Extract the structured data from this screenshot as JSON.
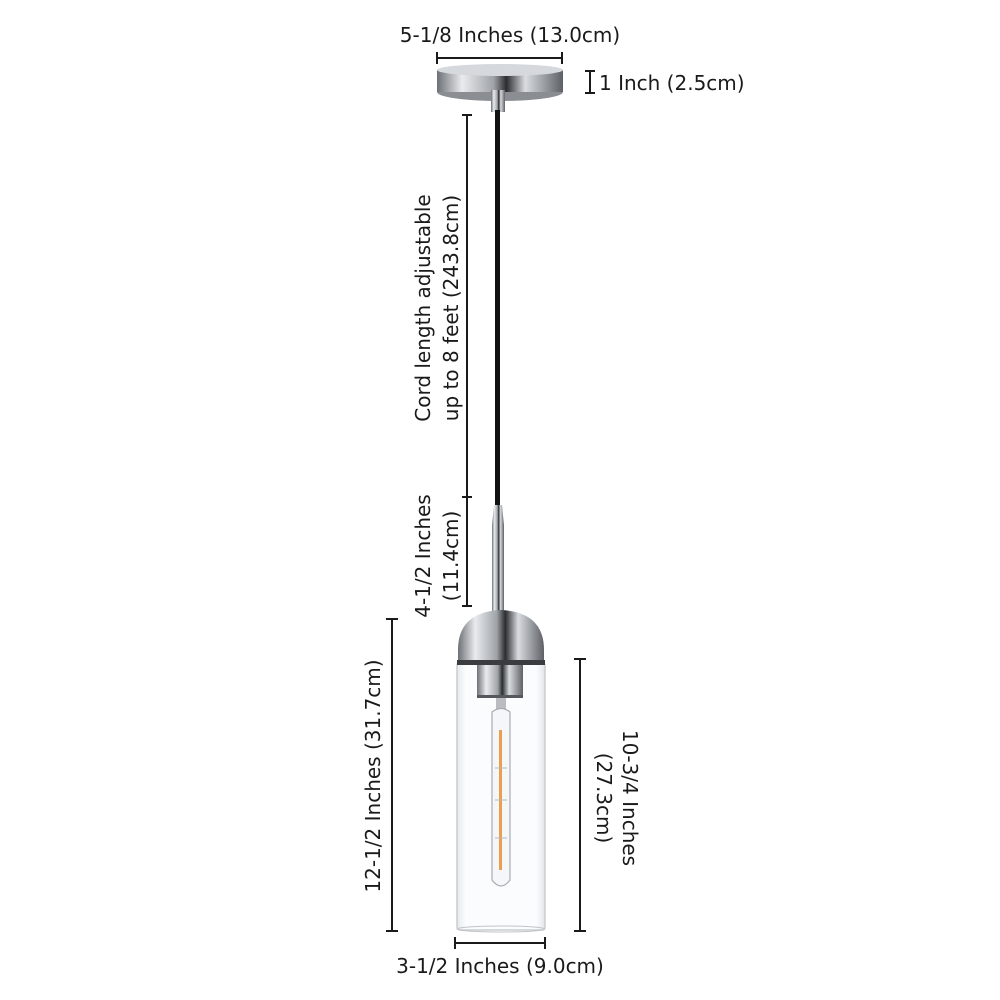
{
  "title": "Pendant light dimensions",
  "dimensions": {
    "canopy_width": "5-1/8 Inches (13.0cm)",
    "canopy_height": "1 Inch (2.5cm)",
    "cord_line1": "Cord length adjustable",
    "cord_line2": "up to 8 feet (243.8cm)",
    "stem_line1": "4-1/2 Inches",
    "stem_line2": "(11.4cm)",
    "total_height": "12-1/2 Inches (31.7cm)",
    "shade_line1": "10-3/4 Inches",
    "shade_line2": "(27.3cm)",
    "shade_width": "3-1/2 Inches (9.0cm)"
  },
  "colors": {
    "chrome": "#b8bcc2",
    "cord": "#111111",
    "filament": "#e8a050"
  }
}
